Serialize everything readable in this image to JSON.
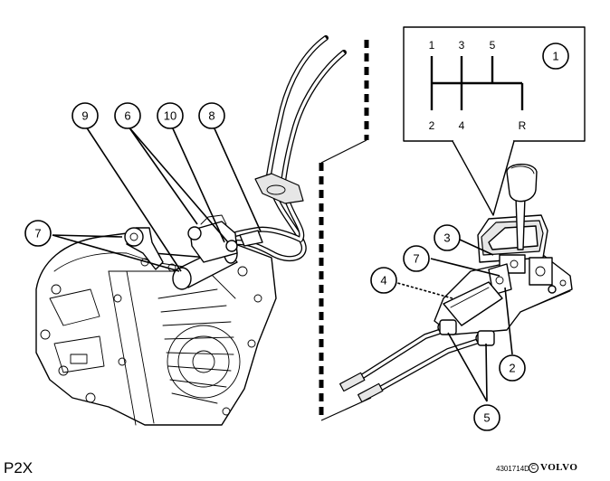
{
  "diagram": {
    "model": "P2X",
    "figure_code": "4301714D",
    "copyright_mark": "C",
    "brand": "VOLVO",
    "callouts": {
      "c1": "1",
      "c2": "2",
      "c3": "3",
      "c4": "4",
      "c5": "5",
      "c6": "6",
      "c7_left": "7",
      "c7_right": "7",
      "c8": "8",
      "c9": "9",
      "c10": "10"
    },
    "shift_pattern": {
      "top": [
        "1",
        "3",
        "5"
      ],
      "bottom": [
        "2",
        "4",
        "R"
      ]
    }
  }
}
